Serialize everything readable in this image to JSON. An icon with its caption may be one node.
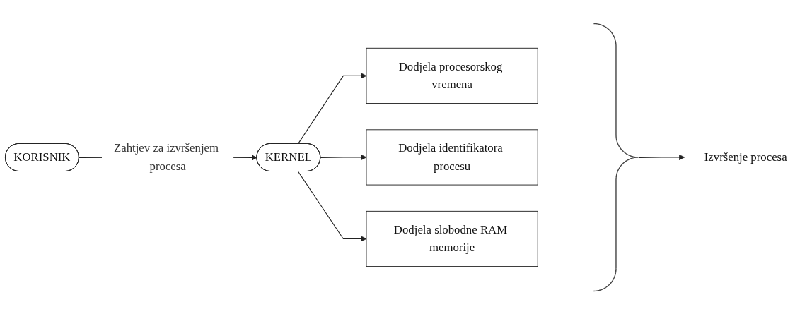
{
  "diagram": {
    "nodes": [
      {
        "text": [
          "KORISNIK"
        ]
      },
      {
        "text": [
          "KERNEL"
        ]
      },
      {
        "text": [
          "Dodjela procesorskog vremena"
        ]
      },
      {
        "text": [
          "Dodjela identifikatora procesu"
        ]
      },
      {
        "text": [
          "Dodjela slobodne RAM memorije"
        ]
      },
      {
        "text": [],
        "shape": "brace"
      },
      {
        "text": [
          "Izvršenje procesa"
        ]
      }
    ],
    "edges": [
      {
        "from": 0,
        "to": 1,
        "arrow": "to",
        "label": "Zahtjev za izvršenjem procesa"
      },
      {
        "from": 1,
        "to": 2,
        "arrow": "to"
      },
      {
        "from": 1,
        "to": 3,
        "arrow": "to"
      },
      {
        "from": 1,
        "to": 4,
        "arrow": "to"
      },
      {
        "from": 5,
        "to": 6,
        "arrow": "to"
      }
    ]
  }
}
